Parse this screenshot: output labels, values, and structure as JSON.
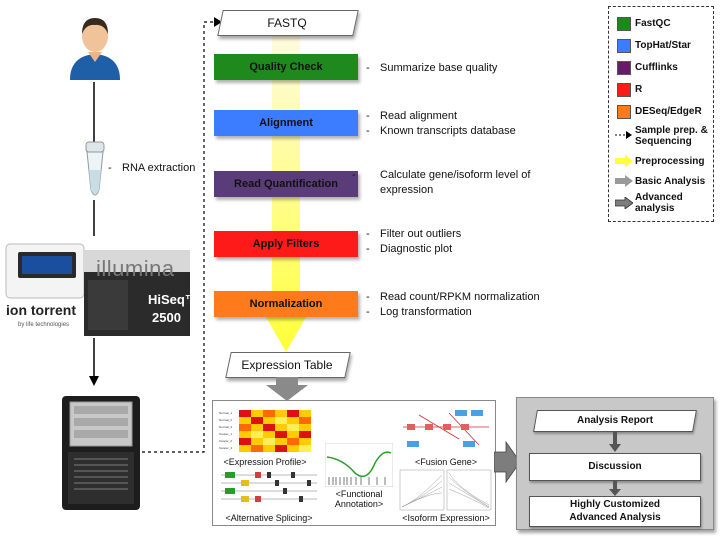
{
  "legend": {
    "items": [
      {
        "label": "FastQC",
        "color": "#1a8a1a"
      },
      {
        "label": "TopHat/Star",
        "color": "#3c7dff"
      },
      {
        "label": "Cufflinks",
        "color": "#6a1a6a"
      },
      {
        "label": "R",
        "color": "#ff1a1a"
      },
      {
        "label": "DESeq/EdgeR",
        "color": "#ff7a1a"
      }
    ],
    "sample_prep": "Sample prep. & Sequencing",
    "preprocessing": "Preprocessing",
    "basic": "Basic Analysis",
    "advanced": "Advanced analysis"
  },
  "left": {
    "rna_extraction": "RNA extraction",
    "illumina": "illumina",
    "ion_torrent": "ion torrent",
    "ion_sub": "by life technologies",
    "hiseq": "HiSeq™",
    "hiseq_num": "2500"
  },
  "pipeline": {
    "fastq": "FASTQ",
    "expression_table": "Expression Table",
    "steps": [
      {
        "label": "Quality Check",
        "color": "#1e8a1e",
        "desc": [
          "Summarize base quality"
        ]
      },
      {
        "label": "Alignment",
        "color": "#3c7dff",
        "desc": [
          "Read alignment",
          "Known transcripts database"
        ]
      },
      {
        "label": "Read Quantification",
        "color": "#5a3c78",
        "desc": [
          "Calculate gene/isoform level of expression"
        ]
      },
      {
        "label": "Apply Filters",
        "color": "#ff1a1a",
        "desc": [
          "Filter out outliers",
          "Diagnostic plot"
        ]
      },
      {
        "label": "Normalization",
        "color": "#ff7a1a",
        "desc": [
          "Read count/RPKM normalization",
          "Log transformation"
        ]
      }
    ]
  },
  "basic_panel": {
    "expression_profile": "<Expression Profile>",
    "fusion_gene": "<Fusion Gene>",
    "functional_annotation_1": "<Functional",
    "functional_annotation_2": "Annotation>",
    "alternative_splicing": "<Alternative Splicing>",
    "isoform_expression": "<Isoform Expression>"
  },
  "advanced_panel": {
    "analysis_report": "Analysis Report",
    "discussion": "Discussion",
    "custom_1": "Highly Customized",
    "custom_2": "Advanced Analysis"
  }
}
